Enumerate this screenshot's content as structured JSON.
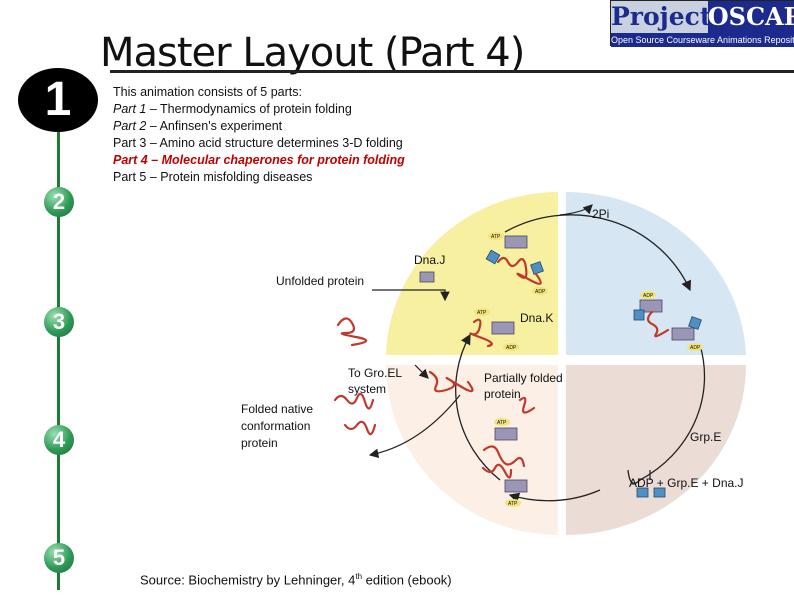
{
  "header": {
    "title": "Master Layout (Part 4)",
    "logo_left": "Project",
    "logo_right": "OSCAR",
    "logo_subtitle": "Open Source Courseware Animations Repository"
  },
  "steps": [
    "1",
    "2",
    "3",
    "4",
    "5"
  ],
  "intro": {
    "heading": "This animation consists of 5 parts:",
    "part1_prefix": "Part 1",
    "part1_text": " – Thermodynamics of protein folding",
    "part2_prefix": "Part 2",
    "part2_text": " – Anfinsen's experiment",
    "part3": "Part 3 – Amino acid structure determines 3-D folding",
    "part4": "Part 4 – Molecular chaperones for protein folding",
    "part5": "Part 5 – Protein misfolding diseases"
  },
  "diagram": {
    "labels": {
      "pi": "2Pi",
      "dnaj": "Dna.J",
      "unfolded": "Unfolded protein",
      "dnak": "Dna.K",
      "groel_1": "To Gro.EL",
      "groel_2": "system",
      "partial_1": "Partially folded",
      "partial_2": "protein",
      "native_1": "Folded native",
      "native_2": "conformation",
      "native_3": "protein",
      "grpe": "Grp.E",
      "release": "ADP + Grp.E + Dna.J"
    },
    "small_tags": {
      "atp": "ATP",
      "adp": "ADP"
    },
    "colors": {
      "yellow_quadrant": "#f7f0a0",
      "blue_quadrant": "#d6e6f2",
      "pink_quadrant": "#ecdcd6",
      "peach_quadrant": "#fbefe6",
      "protein": "#c0392b",
      "chaperone": "#9a96b6",
      "dnaj": "#4f8fc4"
    }
  },
  "source": {
    "text_a": "Source: Biochemistry by Lehninger, 4",
    "sup": "th",
    "text_b": " edition (ebook)"
  }
}
